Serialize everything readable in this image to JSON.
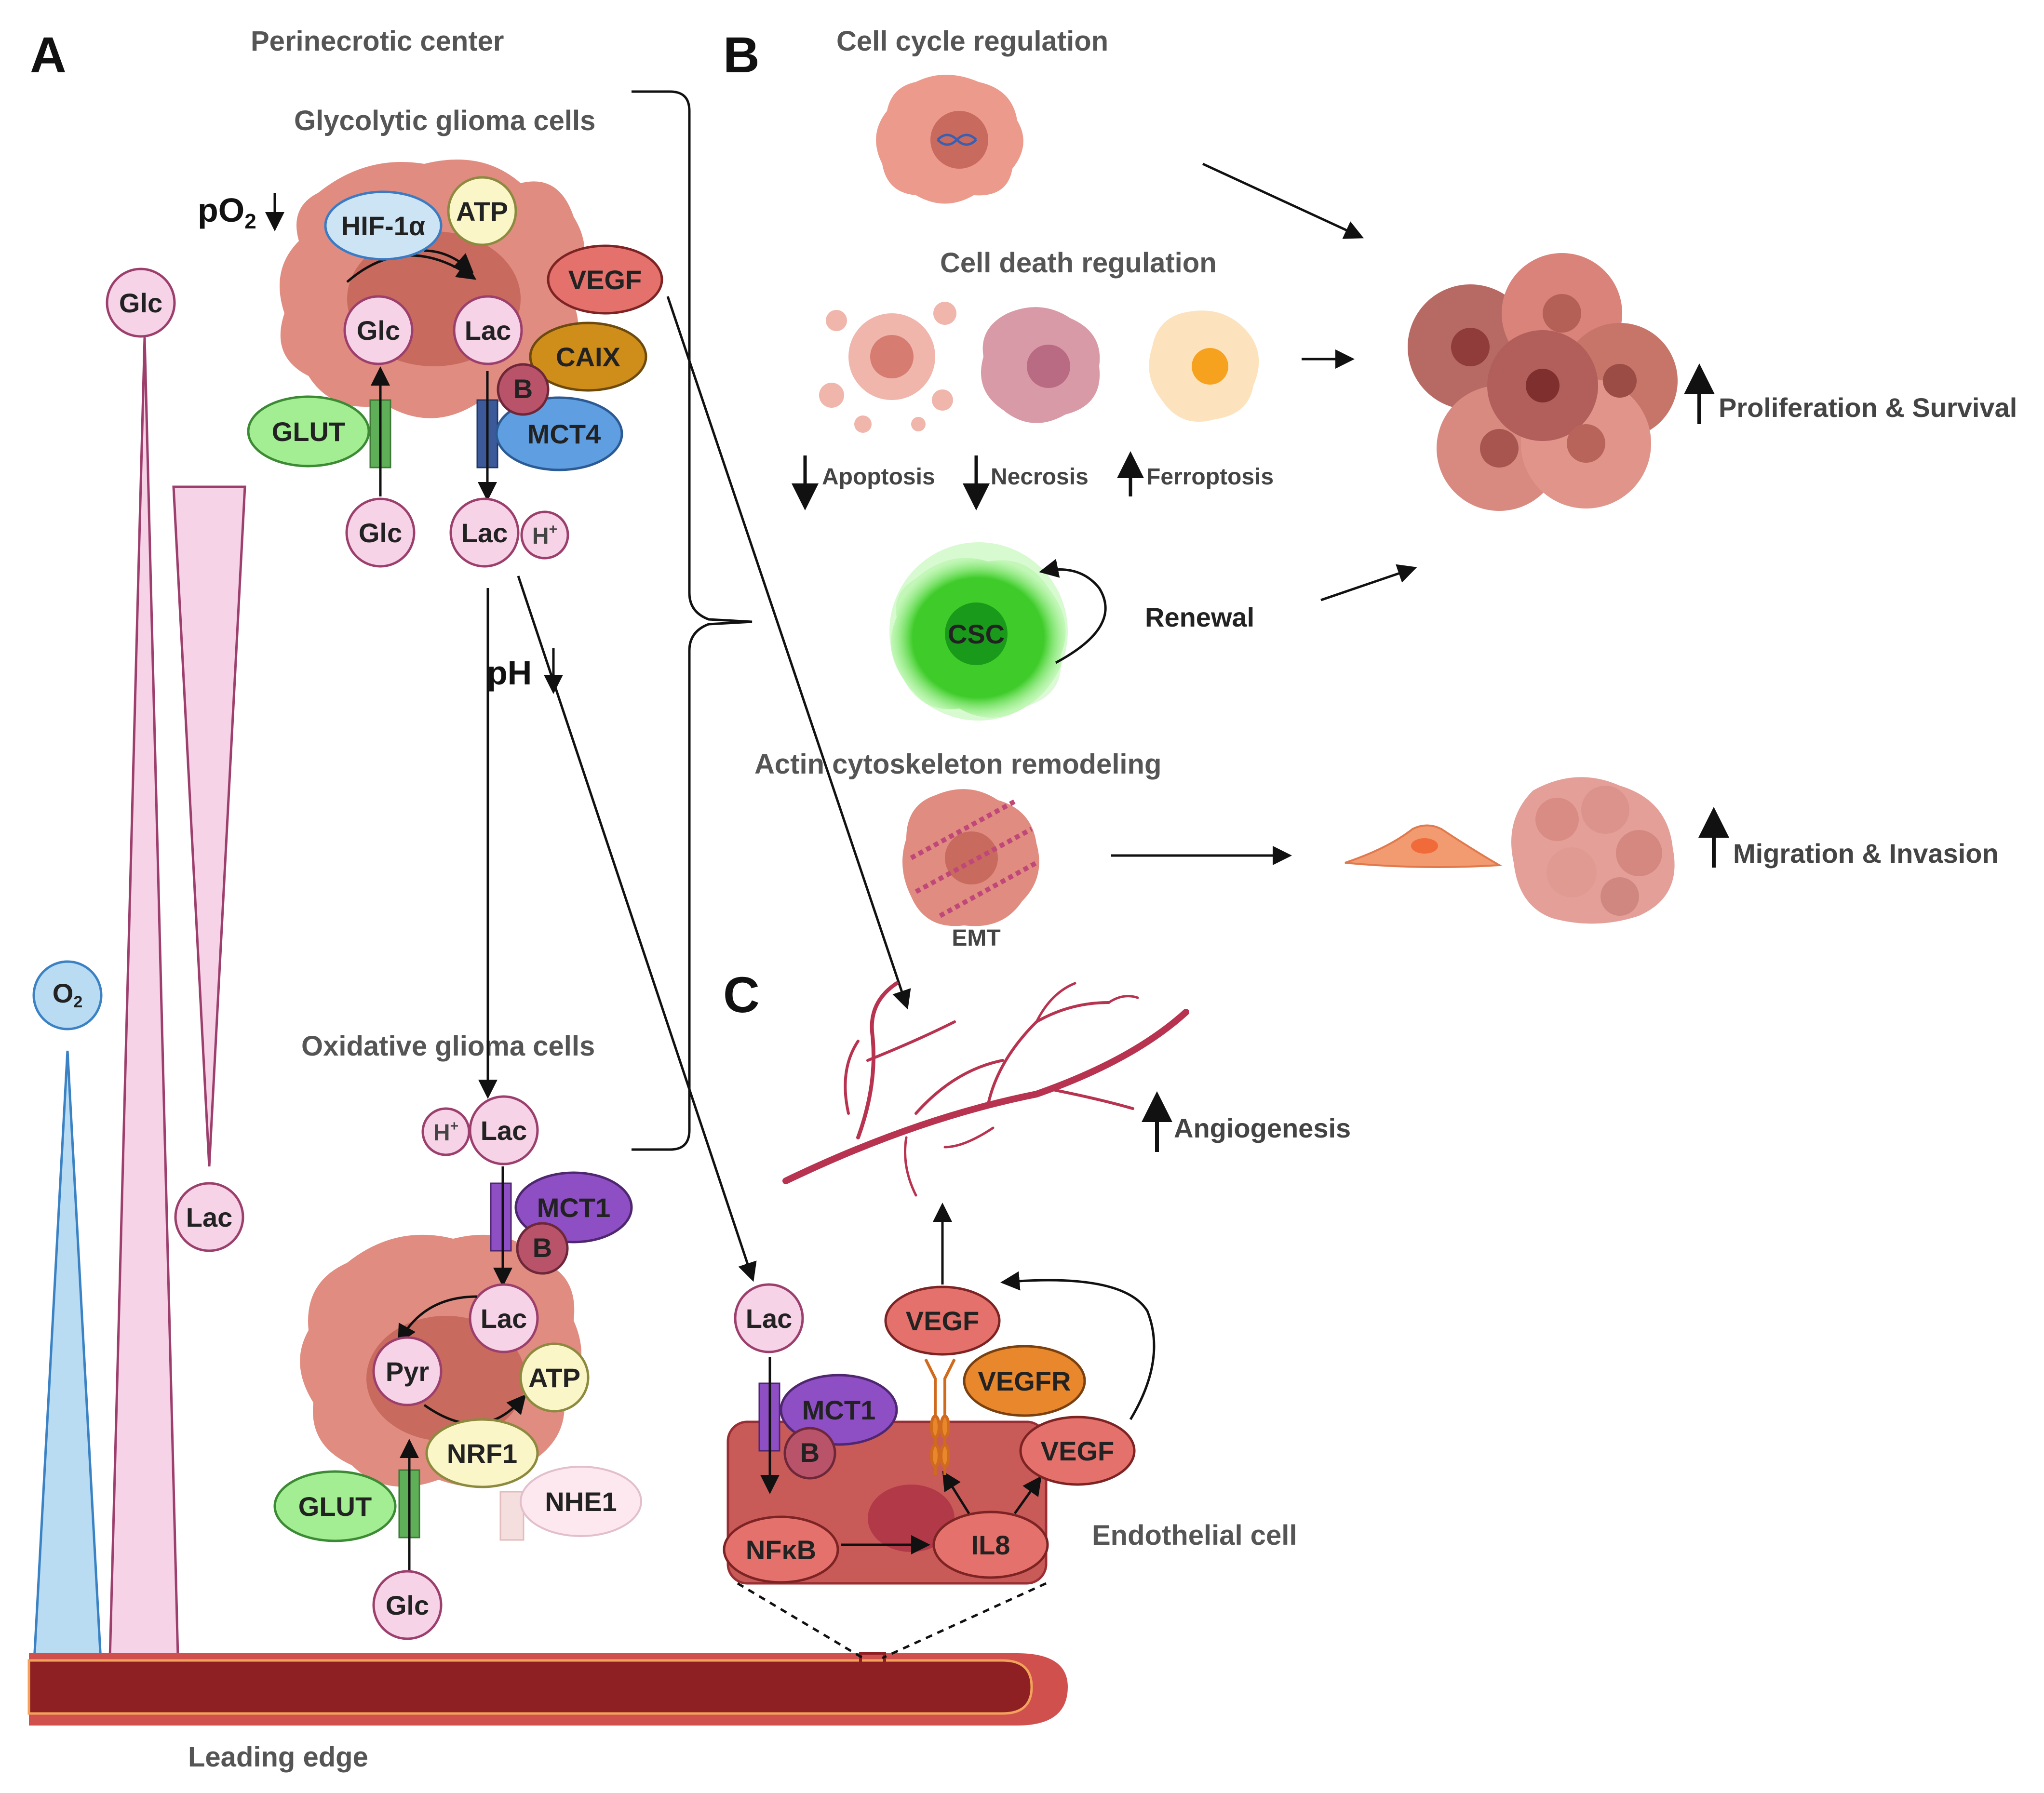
{
  "panels": {
    "a": "A",
    "b": "B",
    "c": "C"
  },
  "panel_a": {
    "perinecrotic_center": "Perinecrotic center",
    "glycolytic_cells": "Glycolytic glioma cells",
    "oxidative_cells": "Oxidative glioma cells",
    "leading_edge": "Leading edge",
    "po2": "pO",
    "po2_sub": "2",
    "ph": "pH",
    "gradient": {
      "o2": "O",
      "o2_sub": "2",
      "glc": "Glc",
      "lac": "Lac"
    },
    "glycolytic": {
      "hif": "HIF-1α",
      "atp": "ATP",
      "glc_in": "Glc",
      "lac_in": "Lac",
      "vegf": "VEGF",
      "caix": "CAIX",
      "b": "B",
      "mct4": "MCT4",
      "glut": "GLUT",
      "glc_out": "Glc",
      "lac_out": "Lac",
      "h": "H",
      "h_sup": "+"
    },
    "oxidative": {
      "h": "H",
      "h_sup": "+",
      "lac_out": "Lac",
      "mct1": "MCT1",
      "b": "B",
      "lac_in": "Lac",
      "pyr": "Pyr",
      "atp": "ATP",
      "nrf1": "NRF1",
      "glut": "GLUT",
      "nhe1": "NHE1",
      "glc": "Glc"
    }
  },
  "panel_b": {
    "cell_cycle": "Cell cycle regulation",
    "cell_death": "Cell death regulation",
    "apoptosis": "Apoptosis",
    "necrosis": "Necrosis",
    "ferroptosis": "Ferroptosis",
    "csc": "CSC",
    "renewal": "Renewal",
    "actin": "Actin cytoskeleton remodeling",
    "emt": "EMT",
    "proliferation": "Proliferation & Survival",
    "migration": "Migration & Invasion"
  },
  "panel_c": {
    "angiogenesis": "Angiogenesis",
    "lac": "Lac",
    "mct1": "MCT1",
    "b": "B",
    "vegf_top": "VEGF",
    "vegfr": "VEGFR",
    "vegf_right": "VEGF",
    "nfkb": "NFκB",
    "il8": "IL8",
    "endothelial": "Endothelial cell"
  },
  "colors": {
    "cell": "#e08c80",
    "nucleus": "#c96a5e",
    "pink": "#f6d3e7",
    "pink_border": "#9c3f6d",
    "glut": "#a3ee93",
    "mct4": "#5f9ee0",
    "mct1": "#8e4fc4",
    "caix": "#cf8d1a",
    "vegf": "#e4716b",
    "vegfr": "#e8872c",
    "hif": "#cce4f4",
    "atp": "#fbf6c8",
    "vessel": "#a32a38",
    "o2": "#b9dcf3",
    "csc": "#3fcc2a"
  }
}
